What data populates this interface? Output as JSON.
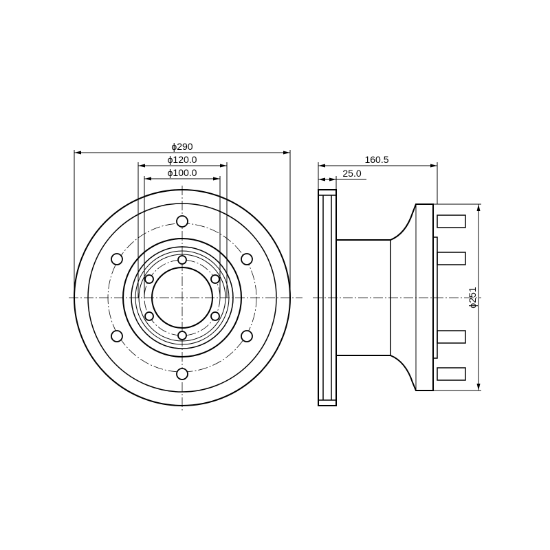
{
  "drawing": {
    "dimensions": {
      "disc_diameter": "ϕ290",
      "pitch_diameter": "ϕ120.0",
      "bore_diameter": "ϕ100.0",
      "overall_height": "160.5",
      "disc_thickness": "25.0",
      "hub_diameter": "ϕ251"
    },
    "line_color": "#000000",
    "background_color": "#ffffff"
  }
}
